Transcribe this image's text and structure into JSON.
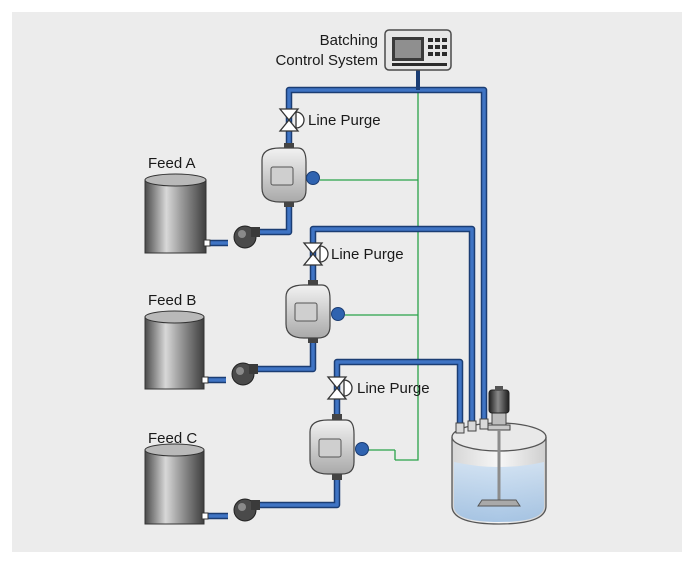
{
  "control_system": {
    "line1": "Batching",
    "line2": "Control System"
  },
  "feeds": [
    {
      "label": "Feed  A",
      "purge_label": "Line Purge"
    },
    {
      "label": "Feed  B",
      "purge_label": "Line Purge"
    },
    {
      "label": "Feed  C",
      "purge_label": "Line Purge"
    }
  ],
  "colors": {
    "background": "#ececec",
    "pipe": "#3f74c4",
    "signal_wire": "#2aa34a",
    "tank": "#6e6e6e",
    "vessel_liquid": "#bcd4ec"
  }
}
